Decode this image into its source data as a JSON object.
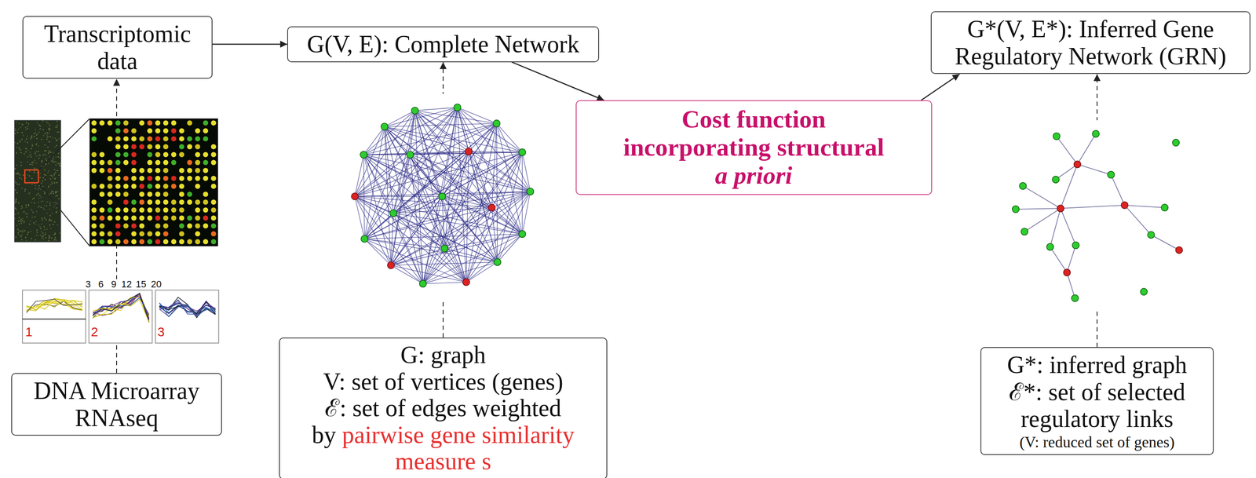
{
  "diagram": {
    "nodes": [
      {
        "text": [
          "Transcriptomic data"
        ]
      },
      {
        "text": [
          "G(V, E): Complete Network"
        ]
      },
      {
        "text": [
          "Cost function incorporating structural",
          "a priori"
        ]
      },
      {
        "text": [
          "G*(V, E*): Inferred Gene Regulatory Network (GRN)"
        ]
      },
      {
        "text": [
          "DNA Microarray RNAseq"
        ]
      },
      {
        "text": [
          "G: graph",
          "V: set of vertices (genes)",
          "ℰ: set of edges weighted by",
          "pairwise gene similarity measure s"
        ]
      },
      {
        "text": [
          "G*: inferred graph",
          "ℰ*: set of selected regulatory links",
          "(V: reduced set of genes)"
        ]
      }
    ],
    "edges": [
      {
        "from": 0,
        "to": 1,
        "arrow": "to"
      },
      {
        "from": 1,
        "to": 2,
        "arrow": "to"
      },
      {
        "from": 2,
        "to": 3,
        "arrow": "to"
      },
      {
        "from": 4,
        "to": 0,
        "arrow": "to"
      },
      {
        "from": 5,
        "to": 1,
        "arrow": "to"
      },
      {
        "from": 6,
        "to": 3,
        "arrow": "to"
      }
    ],
    "labels": [
      "3",
      "6",
      "9",
      "12",
      "15",
      "20",
      "1",
      "2",
      "3"
    ]
  }
}
